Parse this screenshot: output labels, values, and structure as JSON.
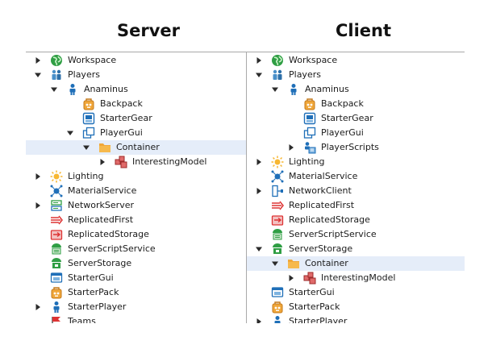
{
  "headings": {
    "server": "Server",
    "client": "Client"
  },
  "server_tree": [
    {
      "label": "Workspace",
      "depth": 0,
      "expander": "collapsed",
      "icon": "workspace-icon"
    },
    {
      "label": "Players",
      "depth": 0,
      "expander": "expanded",
      "icon": "players-icon"
    },
    {
      "label": "Anaminus",
      "depth": 1,
      "expander": "expanded",
      "icon": "player-icon"
    },
    {
      "label": "Backpack",
      "depth": 2,
      "expander": "none",
      "icon": "backpack-icon"
    },
    {
      "label": "StarterGear",
      "depth": 2,
      "expander": "none",
      "icon": "startergear-icon"
    },
    {
      "label": "PlayerGui",
      "depth": 2,
      "expander": "expanded",
      "icon": "playergui-icon"
    },
    {
      "label": "Container",
      "depth": 3,
      "expander": "expanded",
      "icon": "folder-icon",
      "selected": true
    },
    {
      "label": "InterestingModel",
      "depth": 4,
      "expander": "collapsed",
      "icon": "model-icon"
    },
    {
      "label": "Lighting",
      "depth": 0,
      "expander": "collapsed",
      "icon": "lighting-icon"
    },
    {
      "label": "MaterialService",
      "depth": 0,
      "expander": "none",
      "icon": "materialservice-icon"
    },
    {
      "label": "NetworkServer",
      "depth": 0,
      "expander": "collapsed",
      "icon": "networkserver-icon"
    },
    {
      "label": "ReplicatedFirst",
      "depth": 0,
      "expander": "none",
      "icon": "replicatedfirst-icon"
    },
    {
      "label": "ReplicatedStorage",
      "depth": 0,
      "expander": "none",
      "icon": "replicatedstorage-icon"
    },
    {
      "label": "ServerScriptService",
      "depth": 0,
      "expander": "none",
      "icon": "serverscriptservice-icon"
    },
    {
      "label": "ServerStorage",
      "depth": 0,
      "expander": "none",
      "icon": "serverstorage-icon"
    },
    {
      "label": "StarterGui",
      "depth": 0,
      "expander": "none",
      "icon": "startergui-icon"
    },
    {
      "label": "StarterPack",
      "depth": 0,
      "expander": "none",
      "icon": "backpack-icon"
    },
    {
      "label": "StarterPlayer",
      "depth": 0,
      "expander": "collapsed",
      "icon": "player-icon"
    },
    {
      "label": "Teams",
      "depth": 0,
      "expander": "none",
      "icon": "teams-icon"
    }
  ],
  "client_tree": [
    {
      "label": "Workspace",
      "depth": 0,
      "expander": "collapsed",
      "icon": "workspace-icon"
    },
    {
      "label": "Players",
      "depth": 0,
      "expander": "expanded",
      "icon": "players-icon"
    },
    {
      "label": "Anaminus",
      "depth": 1,
      "expander": "expanded",
      "icon": "player-icon"
    },
    {
      "label": "Backpack",
      "depth": 2,
      "expander": "none",
      "icon": "backpack-icon"
    },
    {
      "label": "StarterGear",
      "depth": 2,
      "expander": "none",
      "icon": "startergear-icon"
    },
    {
      "label": "PlayerGui",
      "depth": 2,
      "expander": "none",
      "icon": "playergui-icon"
    },
    {
      "label": "PlayerScripts",
      "depth": 2,
      "expander": "collapsed",
      "icon": "playerscripts-icon"
    },
    {
      "label": "Lighting",
      "depth": 0,
      "expander": "collapsed",
      "icon": "lighting-icon"
    },
    {
      "label": "MaterialService",
      "depth": 0,
      "expander": "none",
      "icon": "materialservice-icon"
    },
    {
      "label": "NetworkClient",
      "depth": 0,
      "expander": "collapsed",
      "icon": "networkclient-icon"
    },
    {
      "label": "ReplicatedFirst",
      "depth": 0,
      "expander": "none",
      "icon": "replicatedfirst-icon"
    },
    {
      "label": "ReplicatedStorage",
      "depth": 0,
      "expander": "none",
      "icon": "replicatedstorage-icon"
    },
    {
      "label": "ServerScriptService",
      "depth": 0,
      "expander": "none",
      "icon": "serverscriptservice-icon"
    },
    {
      "label": "ServerStorage",
      "depth": 0,
      "expander": "expanded",
      "icon": "serverstorage-icon"
    },
    {
      "label": "Container",
      "depth": 1,
      "expander": "expanded",
      "icon": "folder-icon",
      "selected": true
    },
    {
      "label": "InterestingModel",
      "depth": 2,
      "expander": "collapsed",
      "icon": "model-icon"
    },
    {
      "label": "StarterGui",
      "depth": 0,
      "expander": "none",
      "icon": "startergui-icon"
    },
    {
      "label": "StarterPack",
      "depth": 0,
      "expander": "none",
      "icon": "backpack-icon"
    },
    {
      "label": "StarterPlayer",
      "depth": 0,
      "expander": "collapsed",
      "icon": "player-icon"
    }
  ],
  "colors": {
    "selection": "#e5edf9",
    "expander": "#2b2b2b",
    "folder": "#f0a73a"
  }
}
